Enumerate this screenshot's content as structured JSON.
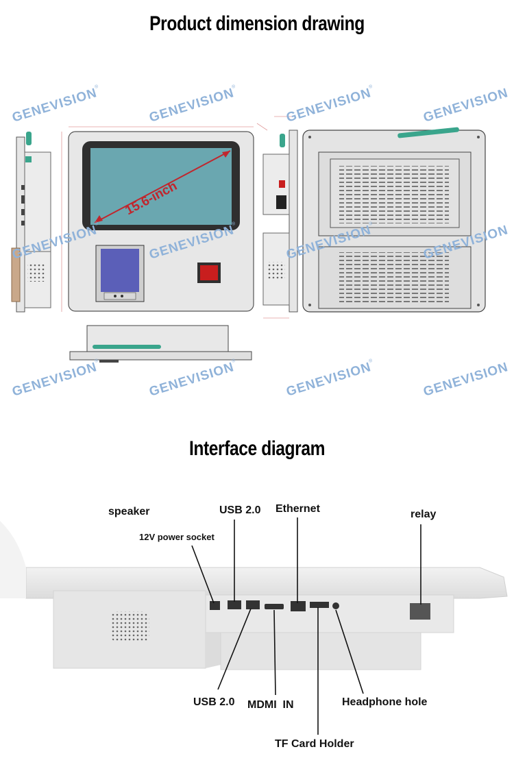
{
  "titles": {
    "dimension": "Product dimension drawing",
    "interface": "Interface diagram"
  },
  "screen_size_label": "15.6-inch",
  "watermark": "GENEVISION",
  "watermark_reg": "®",
  "interface_labels": {
    "speaker": "speaker",
    "usb_top": "USB 2.0",
    "ethernet": "Ethernet",
    "relay": "relay",
    "power_socket": "12V power socket",
    "usb_bottom": "USB 2.0",
    "mdmi_in": "MDMI  IN",
    "headphone": "Headphone hole",
    "tf_card": "TF Card Holder"
  },
  "colors": {
    "screen": "#6aa7b0",
    "screen_bezel": "#2f2f2f",
    "antenna": "#3aa58c",
    "printer": "#5b5fb8",
    "relay_button": "#c81e1e",
    "watermark": "#8fb2d9",
    "dimension_line": "#e09a9a"
  }
}
